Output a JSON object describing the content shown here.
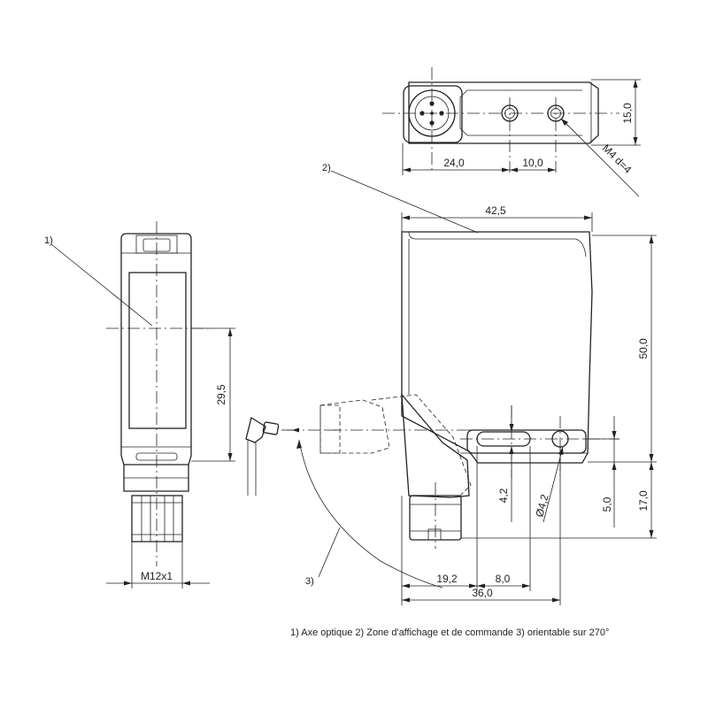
{
  "dimensions": {
    "top_width_24": "24,0",
    "top_hole_spacing": "10,0",
    "top_height": "15,0",
    "thread_hole": "M4 d=4",
    "body_width": "42,5",
    "body_height": "50,0",
    "optical_axis_height": "29,5",
    "connector_thread": "M12x1",
    "connector_offset": "19,2",
    "slot_length": "8,0",
    "mount_width": "36,0",
    "slot_width": "4,2",
    "hole_diameter": "Ø4,2",
    "hole_offset": "5,0",
    "connector_drop": "17,0"
  },
  "callouts": {
    "c1": "1)",
    "c2": "2)",
    "c3": "3)"
  },
  "caption": "1) Axe optique  2) Zone d'affichage et de commande  3) orientable sur 270°"
}
